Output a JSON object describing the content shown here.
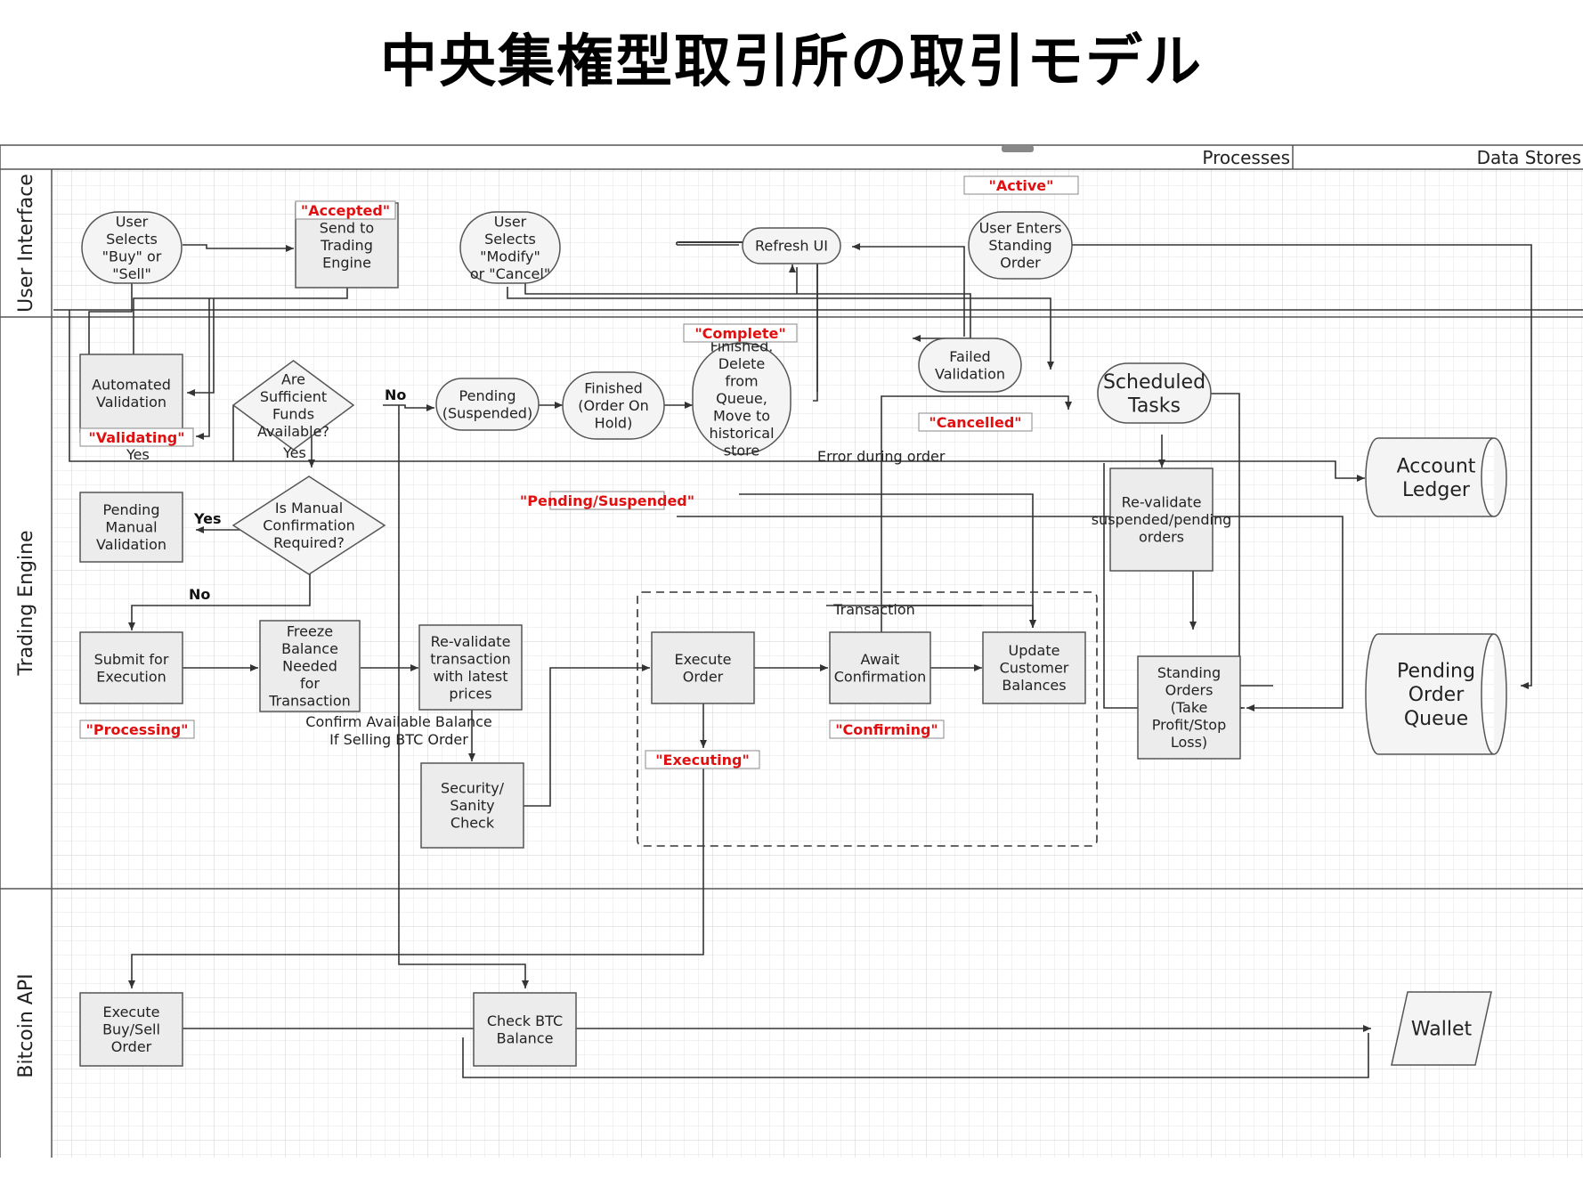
{
  "title": "中央集権型取引所の取引モデル",
  "header": {
    "processes": "Processes",
    "data_stores": "Data Stores"
  },
  "lanes": {
    "ui": "User Interface",
    "engine": "Trading Engine",
    "api": "Bitcoin API"
  },
  "nodes": {
    "user_selects_buy": [
      "User",
      "Selects",
      "\"Buy\" or",
      "\"Sell\""
    ],
    "send_to_engine": [
      "Send to",
      "Trading",
      "Engine"
    ],
    "user_selects_modify": [
      "User",
      "Selects",
      "\"Modify\"",
      "or \"Cancel\""
    ],
    "refresh_ui": [
      "Refresh UI"
    ],
    "user_enters_standing": [
      "User Enters",
      "Standing",
      "Order"
    ],
    "automated_validation": [
      "Automated",
      "Validation"
    ],
    "sufficient_funds": [
      "Are",
      "Sufficient",
      "Funds",
      "Available?"
    ],
    "pending_suspended": [
      "Pending",
      "(Suspended)"
    ],
    "finished_on_hold": [
      "Finished",
      "(Order On",
      "Hold)"
    ],
    "finished_delete": [
      "Finished.",
      "Delete",
      "from",
      "Queue,",
      "Move to",
      "historical",
      "store"
    ],
    "failed_validation": [
      "Failed",
      "Validation"
    ],
    "scheduled_tasks": [
      "Scheduled",
      "Tasks"
    ],
    "account_ledger": [
      "Account",
      "Ledger"
    ],
    "pending_manual": [
      "Pending",
      "Manual",
      "Validation"
    ],
    "manual_confirmation": [
      "Is Manual",
      "Confirmation",
      "Required?"
    ],
    "revalidate_suspended": [
      "Re-validate",
      "suspended/pending",
      "orders"
    ],
    "submit_execution": [
      "Submit for",
      "Execution"
    ],
    "freeze_balance": [
      "Freeze",
      "Balance",
      "Needed",
      "for",
      "Transaction"
    ],
    "revalidate_transaction": [
      "Re-validate",
      "transaction",
      "with latest",
      "prices"
    ],
    "execute_order": [
      "Execute",
      "Order"
    ],
    "await_confirmation": [
      "Await",
      "Confirmation"
    ],
    "update_balances": [
      "Update",
      "Customer",
      "Balances"
    ],
    "standing_orders": [
      "Standing",
      "Orders",
      "(Take",
      "Profit/Stop",
      "Loss)"
    ],
    "pending_order_queue": [
      "Pending",
      "Order",
      "Queue"
    ],
    "security_check": [
      "Security/",
      "Sanity",
      "Check"
    ],
    "execute_buy_sell": [
      "Execute",
      "Buy/Sell",
      "Order"
    ],
    "check_btc": [
      "Check BTC",
      "Balance"
    ],
    "wallet": [
      "Wallet"
    ]
  },
  "statuses": {
    "accepted": "\"Accepted\"",
    "active": "\"Active\"",
    "complete": "\"Complete\"",
    "cancelled": "\"Cancelled\"",
    "validating": "\"Validating\"",
    "pending_suspended": "\"Pending/Suspended\"",
    "processing": "\"Processing\"",
    "executing": "\"Executing\"",
    "confirming": "\"Confirming\""
  },
  "labels": {
    "no_funds": "No",
    "yes_funds": "Yes",
    "yes_validating": "Yes",
    "yes_manual": "Yes",
    "no_manual": "No",
    "error_during_order": "Error during order",
    "transaction": "Transaction",
    "confirm_balance": [
      "Confirm Available Balance",
      "If Selling BTC Order"
    ]
  },
  "colors": {
    "status_red": "#e01010",
    "grid": "#dcdcdc",
    "node_fill": "#ececec",
    "line": "#333333"
  }
}
